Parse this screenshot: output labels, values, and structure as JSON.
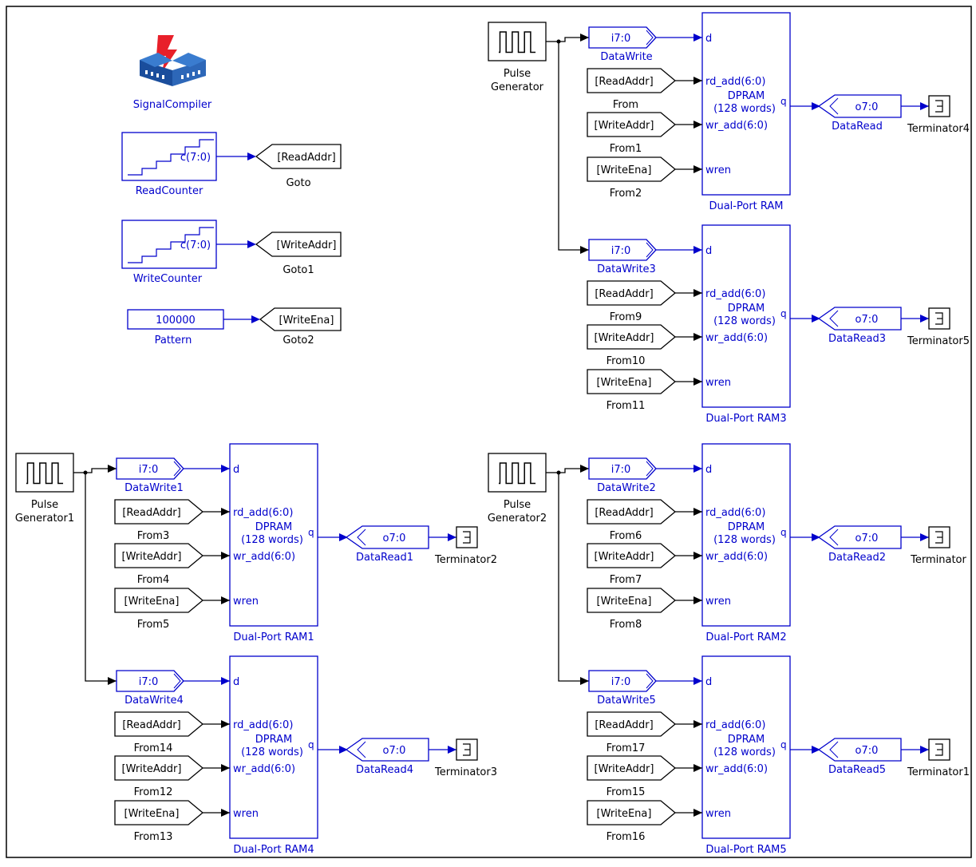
{
  "header": {
    "logo_label": "SignalCompiler"
  },
  "sources": [
    {
      "block": "c(7:0)",
      "name": "ReadCounter",
      "goto": "[ReadAddr]",
      "goto_name": "Goto"
    },
    {
      "block": "c(7:0)",
      "name": "WriteCounter",
      "goto": "[WriteAddr]",
      "goto_name": "Goto1"
    },
    {
      "block": "100000",
      "name": "Pattern",
      "goto": "[WriteEna]",
      "goto_name": "Goto2"
    }
  ],
  "generators": [
    "Pulse Generator",
    "Pulse Generator1",
    "Pulse Generator2"
  ],
  "ram_text": {
    "d": "d",
    "rd": "rd_add(6:0)",
    "dpram": "DPRAM",
    "words": "(128 words)",
    "q": "q",
    "wr": "wr_add(6:0)",
    "wren": "wren"
  },
  "tags": {
    "read": "[ReadAddr]",
    "write": "[WriteAddr]",
    "ena": "[WriteEna]"
  },
  "port_in": "i7:0",
  "port_out": "o7:0",
  "rams": [
    {
      "dw": "DataWrite",
      "f1": "From",
      "f2": "From1",
      "f3": "From2",
      "ram": "Dual-Port RAM",
      "dr": "DataRead",
      "term": "Terminator4"
    },
    {
      "dw": "DataWrite3",
      "f1": "From9",
      "f2": "From10",
      "f3": "From11",
      "ram": "Dual-Port RAM3",
      "dr": "DataRead3",
      "term": "Terminator5"
    },
    {
      "dw": "DataWrite1",
      "f1": "From3",
      "f2": "From4",
      "f3": "From5",
      "ram": "Dual-Port RAM1",
      "dr": "DataRead1",
      "term": "Terminator2"
    },
    {
      "dw": "DataWrite4",
      "f1": "From14",
      "f2": "From12",
      "f3": "From13",
      "ram": "Dual-Port RAM4",
      "dr": "DataRead4",
      "term": "Terminator3"
    },
    {
      "dw": "DataWrite2",
      "f1": "From6",
      "f2": "From7",
      "f3": "From8",
      "ram": "Dual-Port RAM2",
      "dr": "DataRead2",
      "term": "Terminator"
    },
    {
      "dw": "DataWrite5",
      "f1": "From17",
      "f2": "From15",
      "f3": "From16",
      "ram": "Dual-Port RAM5",
      "dr": "DataRead5",
      "term": "Terminator1"
    }
  ]
}
